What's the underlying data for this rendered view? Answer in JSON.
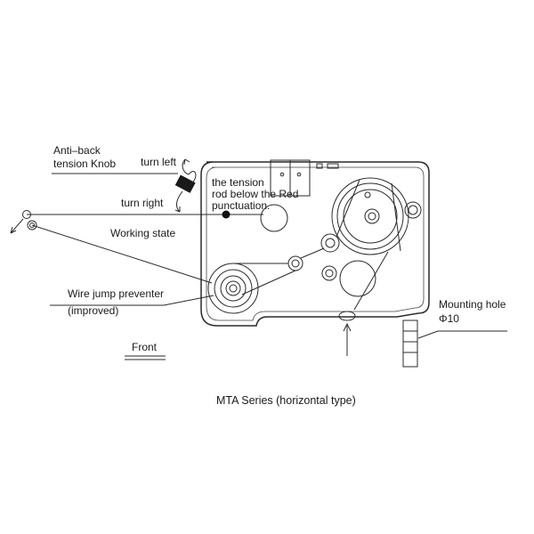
{
  "labels": {
    "anti_back_1": "Anti–back",
    "anti_back_2": "tension Knob",
    "turn_left": "turn left",
    "turn_right": "turn right",
    "tension_rod_1": "the tension",
    "tension_rod_2": "rod below the Red",
    "tension_rod_3": "punctuation.",
    "working_state": "Working state",
    "wire_jump_1": "Wire jump preventer",
    "wire_jump_2": "(improved)",
    "front": "Front",
    "mounting_1": "Mounting hole",
    "mounting_2": "Φ10",
    "caption": "MTA Series (horizontal type)"
  },
  "colors": {
    "line": "#2a2a2a",
    "marker": "#111111",
    "knob": "#1a1a1a"
  }
}
